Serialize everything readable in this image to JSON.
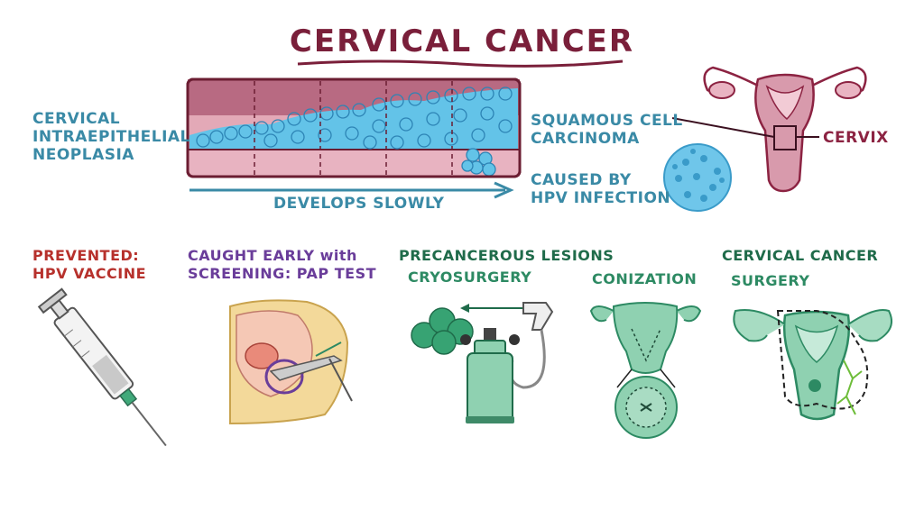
{
  "title": "CERVICAL CANCER",
  "top": {
    "cin_label": [
      "CERVICAL",
      "INTRAEPITHELIAL",
      "NEOPLASIA"
    ],
    "arrow_label": "DEVELOPS SLOWLY",
    "scc_label": [
      "SQUAMOUS CELL",
      "CARCINOMA"
    ],
    "hpv_label": [
      "CAUSED BY",
      "HPV INFECTION"
    ],
    "cervix_label": "CERVIX"
  },
  "bottom": {
    "prevented": [
      "PREVENTED:",
      "HPV VACCINE"
    ],
    "screening": {
      "line1_main": "CAUGHT EARLY",
      "line1_suffix": "with",
      "line2": "SCREENING: PAP TEST"
    },
    "precancerous": {
      "heading": "PRECANCEROUS LESIONS",
      "cryo": "CRYOSURGERY",
      "conization": "CONIZATION"
    },
    "cancer": {
      "heading": "CERVICAL CANCER",
      "surgery": "SURGERY"
    }
  },
  "colors": {
    "maroon": "#8c2342",
    "blue": "#3a8aa6",
    "cell_blue": "#5cc0e6",
    "pink": "#d99aaa",
    "green": "#2d8a63",
    "light_green": "#8fd1b1",
    "purple": "#6a3d9a",
    "red": "#b7312c"
  },
  "icons": [
    "syringe-icon",
    "pelvis-cross-section-icon",
    "cryosurgery-device-icon",
    "conization-uterus-icon",
    "hysterectomy-uterus-icon",
    "hpv-virus-icon",
    "uterus-icon"
  ]
}
